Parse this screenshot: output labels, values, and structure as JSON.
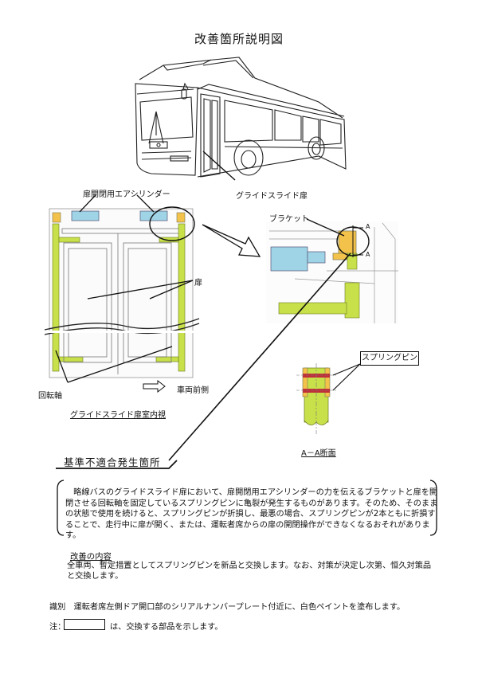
{
  "document": {
    "title": "改善箇所説明図"
  },
  "figures": {
    "bus": {
      "label_glide_slide_door": "グライドスライド扉"
    },
    "door_interior": {
      "label_air_cylinder": "扉開閉用エアシリンダー",
      "label_door": "扉",
      "label_rotating_shaft": "回転軸",
      "label_vehicle_front": "車両前側",
      "caption": "グライドスライド扉室内視"
    },
    "detail": {
      "label_bracket": "ブラケット",
      "section_marker": "A"
    },
    "section_aa": {
      "label_spring_pin": "スプリングピン",
      "caption": "A－A断面"
    }
  },
  "colors": {
    "shaft_green": "#c8e04a",
    "cylinder_blue": "#9fd3e6",
    "bracket_orange": "#f3c24b",
    "pin_red": "#c0303a"
  },
  "issue": {
    "label": "基準不適合発生箇所",
    "description": "　略線バスのグライドスライド扉において、扉開閉用エアシリンダーの力を伝えるブラケットと扉を開閉させる回転軸を固定しているスプリングピンに亀裂が発生するものがあります。そのため、そのままの状態で使用を続けると、スプリングピンが折損し、最悪の場合、スプリングピンが2本ともに折損することで、走行中に扉が開く、または、運転者席からの扉の開閉操作ができなくなるおそれがあります。"
  },
  "improvement": {
    "heading": "改善の内容",
    "body": "全車両、暫定措置としてスプリングピンを新品と交換します。なお、対策が決定し次第、恒久対策品と交換します。"
  },
  "identification": {
    "text": "識別　運転者席左側ドア開口部のシリアルナンバープレート付近に、白色ペイントを塗布します。"
  },
  "note": {
    "prefix": "注：",
    "text": "は、交換する部品を示します。"
  }
}
